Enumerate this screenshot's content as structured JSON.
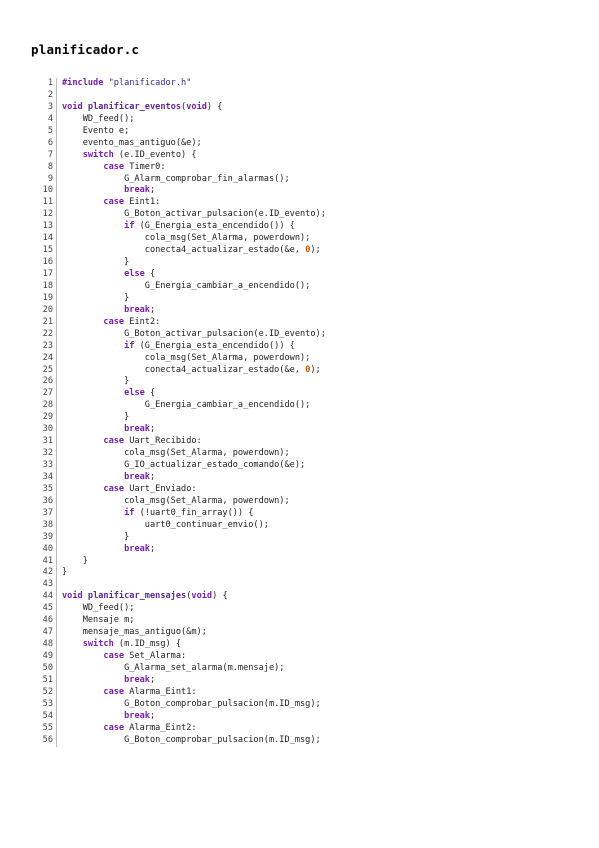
{
  "document": {
    "title": "planificador.c",
    "lines": [
      "#include \"planificador.h\"",
      "",
      "void planificar_eventos(void) {",
      "    WD_feed();",
      "    Evento e;",
      "    evento_mas_antiguo(&e);",
      "    switch (e.ID_evento) {",
      "        case Timer0:",
      "            G_Alarm_comprobar_fin_alarmas();",
      "            break;",
      "        case Eint1:",
      "            G_Boton_activar_pulsacion(e.ID_evento);",
      "            if (G_Energia_esta_encendido()) {",
      "                cola_msg(Set_Alarma, powerdown);",
      "                conecta4_actualizar_estado(&e, 0);",
      "            }",
      "            else {",
      "                G_Energia_cambiar_a_encendido();",
      "            }",
      "            break;",
      "        case Eint2:",
      "            G_Boton_activar_pulsacion(e.ID_evento);",
      "            if (G_Energia_esta_encendido()) {",
      "                cola_msg(Set_Alarma, powerdown);",
      "                conecta4_actualizar_estado(&e, 0);",
      "            }",
      "            else {",
      "                G_Energia_cambiar_a_encendido();",
      "            }",
      "            break;",
      "        case Uart_Recibido:",
      "            cola_msg(Set_Alarma, powerdown);",
      "            G_IO_actualizar_estado_comando(&e);",
      "            break;",
      "        case Uart_Enviado:",
      "            cola_msg(Set_Alarma, powerdown);",
      "            if (!uart0_fin_array()) {",
      "                uart0_continuar_envio();",
      "            }",
      "            break;",
      "    }",
      "}",
      "",
      "void planificar_mensajes(void) {",
      "    WD_feed();",
      "    Mensaje m;",
      "    mensaje_mas_antiguo(&m);",
      "    switch (m.ID_msg) {",
      "        case Set_Alarma:",
      "            G_Alarma_set_alarma(m.mensaje);",
      "            break;",
      "        case Alarma_Eint1:",
      "            G_Boton_comprobar_pulsacion(m.ID_msg);",
      "            break;",
      "        case Alarma_Eint2:",
      "            G_Boton_comprobar_pulsacion(m.ID_msg);"
    ]
  }
}
